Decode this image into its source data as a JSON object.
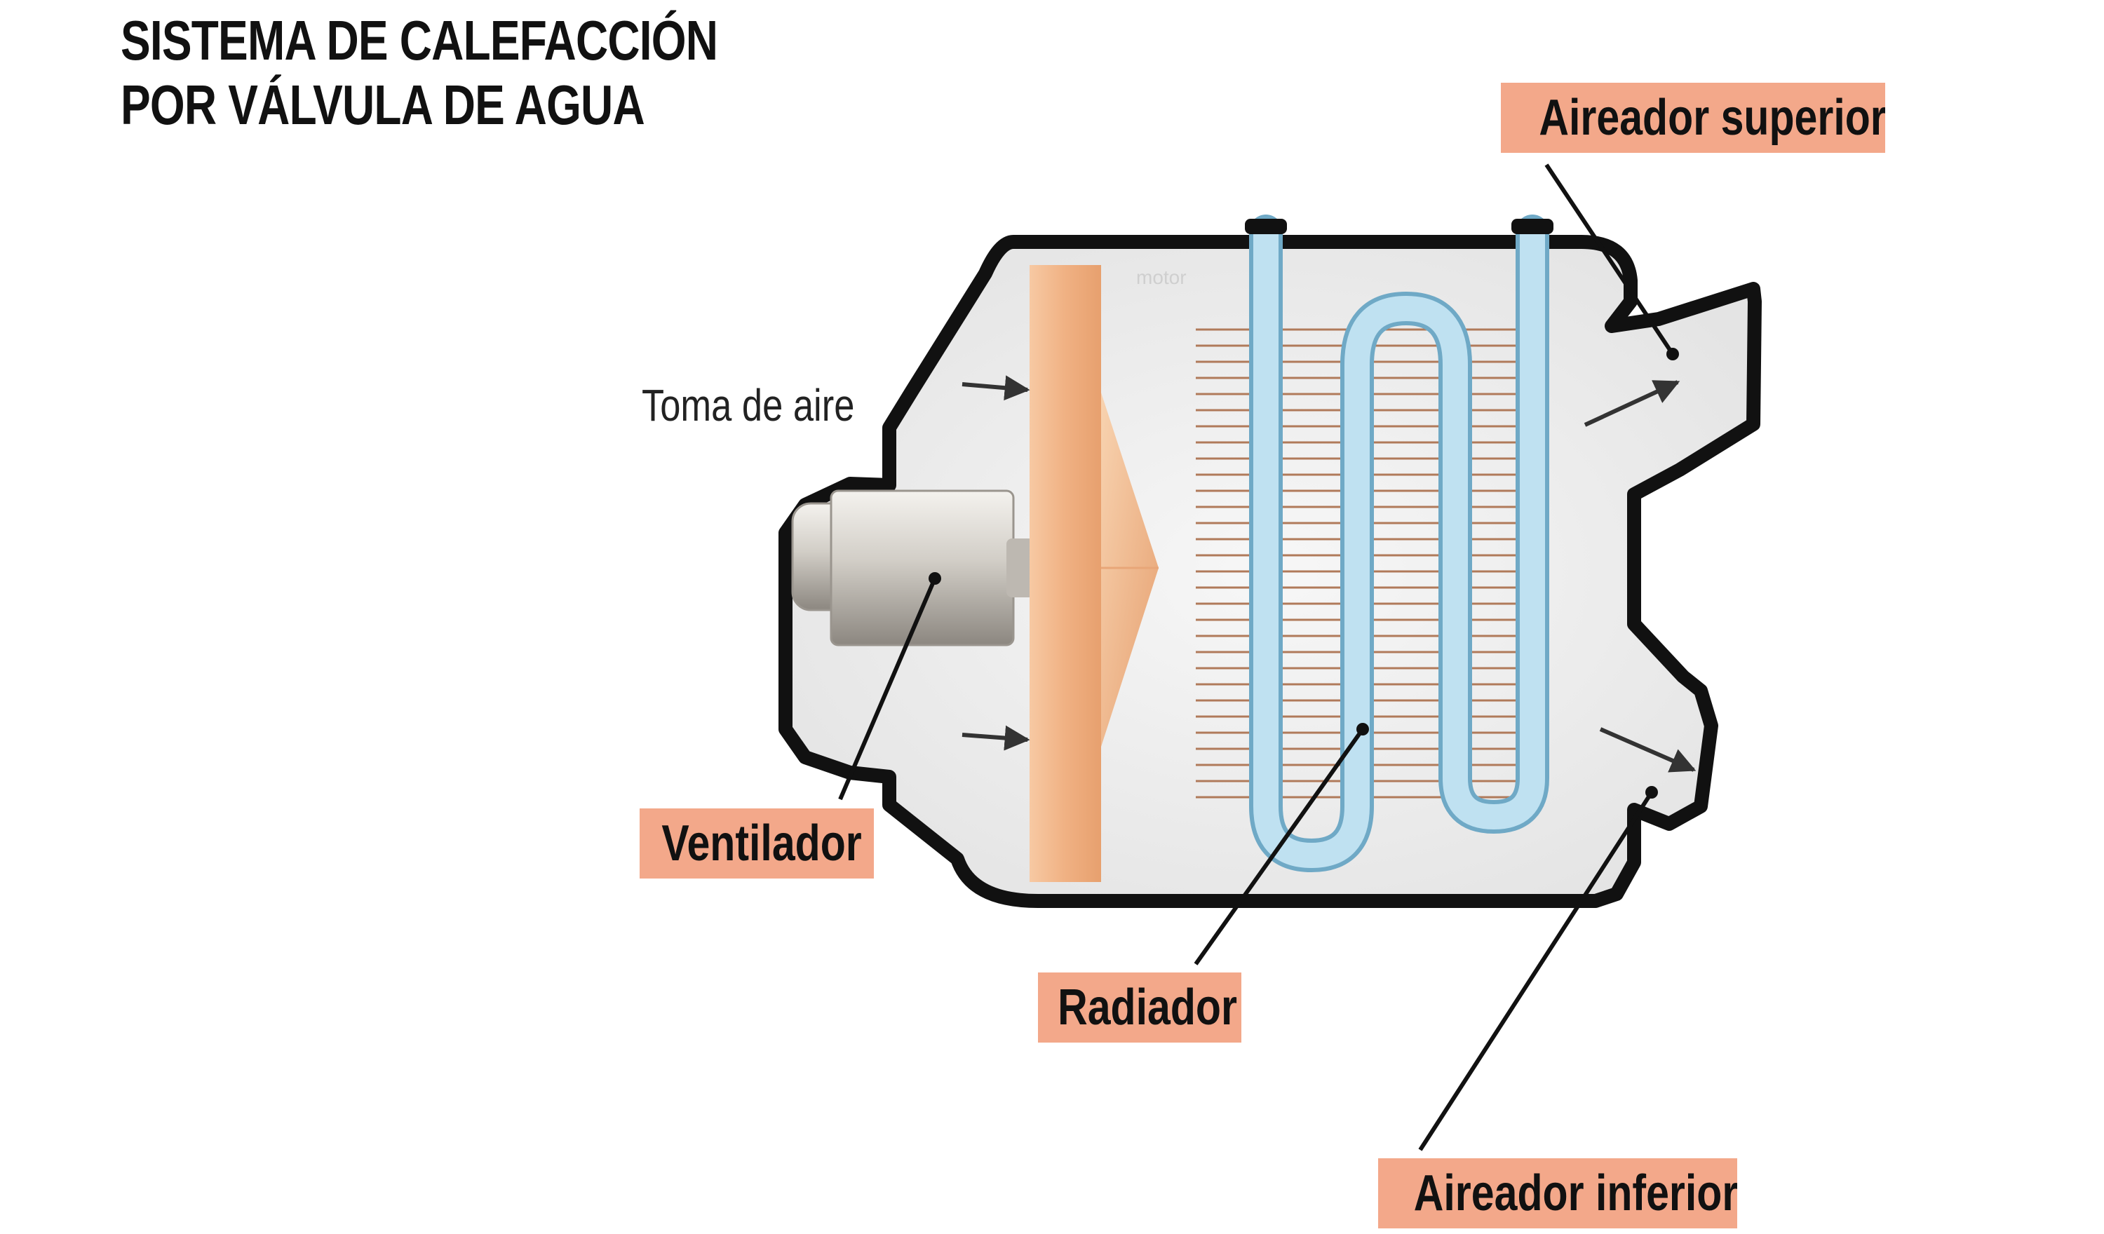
{
  "title": {
    "line1": "SISTEMA DE CALEFACCIÓN",
    "line2": "POR VÁLVULA DE AGUA"
  },
  "labels": {
    "air_intake": "Toma de aire",
    "fan": "Ventilador",
    "radiator": "Radiador",
    "upper_vent": "Aireador superior",
    "lower_vent": "Aireador inferior"
  },
  "colors": {
    "label_bg": "#f3a88a",
    "housing_fill": "#ececec",
    "housing_outline": "#111111",
    "pipe": "#a8d4ea",
    "fins": "#b07a5a",
    "fan_blade": "#f2b98c",
    "motor": "#d9d5cf"
  }
}
